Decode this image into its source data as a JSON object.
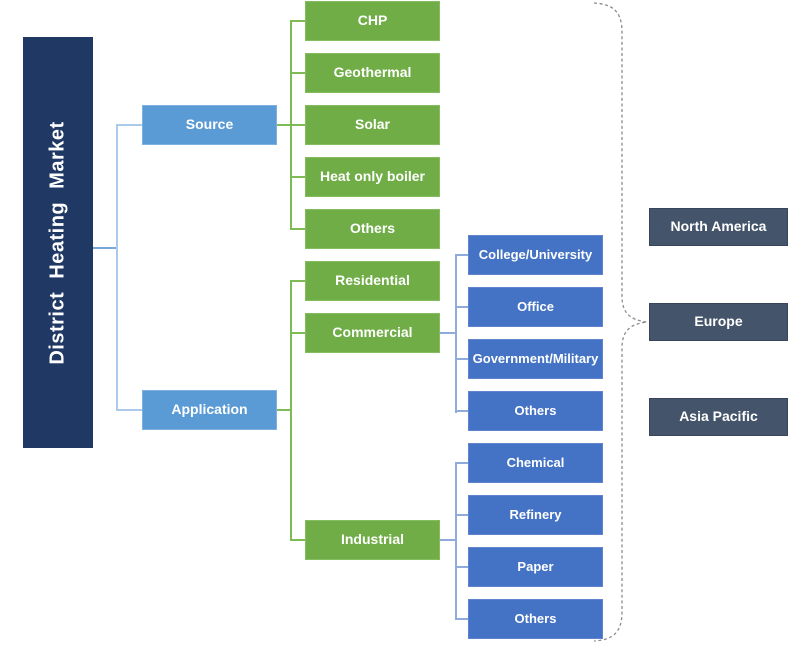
{
  "root": {
    "label": "District Heating Market"
  },
  "categories": [
    {
      "label": "Source"
    },
    {
      "label": "Application"
    }
  ],
  "source_segments": [
    "CHP",
    "Geothermal",
    "Solar",
    "Heat only boiler",
    "Others"
  ],
  "application_segments": [
    "Residential",
    "Commercial",
    "Industrial"
  ],
  "commercial_segments": [
    "College/University",
    "Office",
    "Government/Military",
    "Others"
  ],
  "industrial_segments": [
    "Chemical",
    "Refinery",
    "Paper",
    "Others"
  ],
  "regions": [
    "North America",
    "Europe",
    "Asia Pacific"
  ],
  "colors": {
    "root_fill": "#1F3864",
    "category_fill": "#5B9BD5",
    "segment_green_fill": "#70AD47",
    "segment_blue_fill": "#4472C4",
    "region_fill": "#44546A",
    "connector_root_stub": "#7AA7DB",
    "connector_root_tree": "#A9CBE9",
    "connector_green": "#7FBB55",
    "connector_blue": "#8FAADC",
    "brace": "#8C8C8C"
  }
}
